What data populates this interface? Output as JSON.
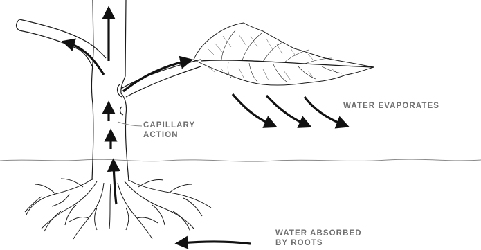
{
  "labels": {
    "capillary_line1": "CAPILLARY",
    "capillary_line2": "ACTION",
    "evaporates": "WATER EVAPORATES",
    "absorbed_line1": "WATER ABSORBED",
    "absorbed_line2": "BY ROOTS"
  },
  "colors": {
    "outline": "#1a1a1a",
    "label_text": "#6e6e6e",
    "ground_line": "#8a8a8a",
    "background": "#ffffff"
  }
}
